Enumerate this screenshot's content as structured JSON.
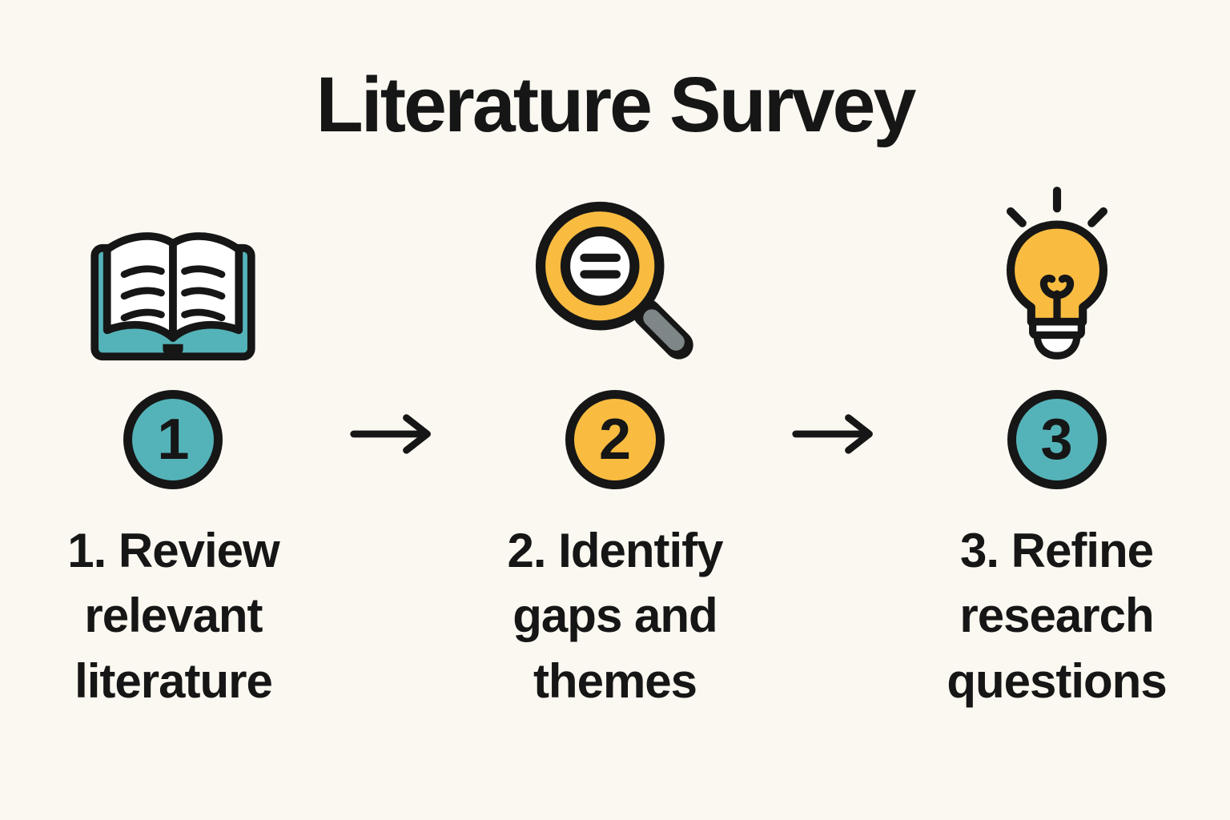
{
  "title": "Literature Survey",
  "colors": {
    "background": "#FBF8F1",
    "teal": "#54B3B8",
    "yellow": "#F9BC40",
    "ink": "#161616",
    "handle_gray": "#7E8687",
    "page_white": "#FFFFFF"
  },
  "steps": [
    {
      "number": "1",
      "icon": "open-book-icon",
      "badge_color": "teal",
      "label": "1. Review relevant literature"
    },
    {
      "number": "2",
      "icon": "magnifier-icon",
      "badge_color": "yellow",
      "label": "2. Identify gaps and themes"
    },
    {
      "number": "3",
      "icon": "lightbulb-icon",
      "badge_color": "teal",
      "label": "3. Refine research questions"
    }
  ],
  "arrows": [
    {
      "direction": "right"
    },
    {
      "direction": "right"
    }
  ]
}
